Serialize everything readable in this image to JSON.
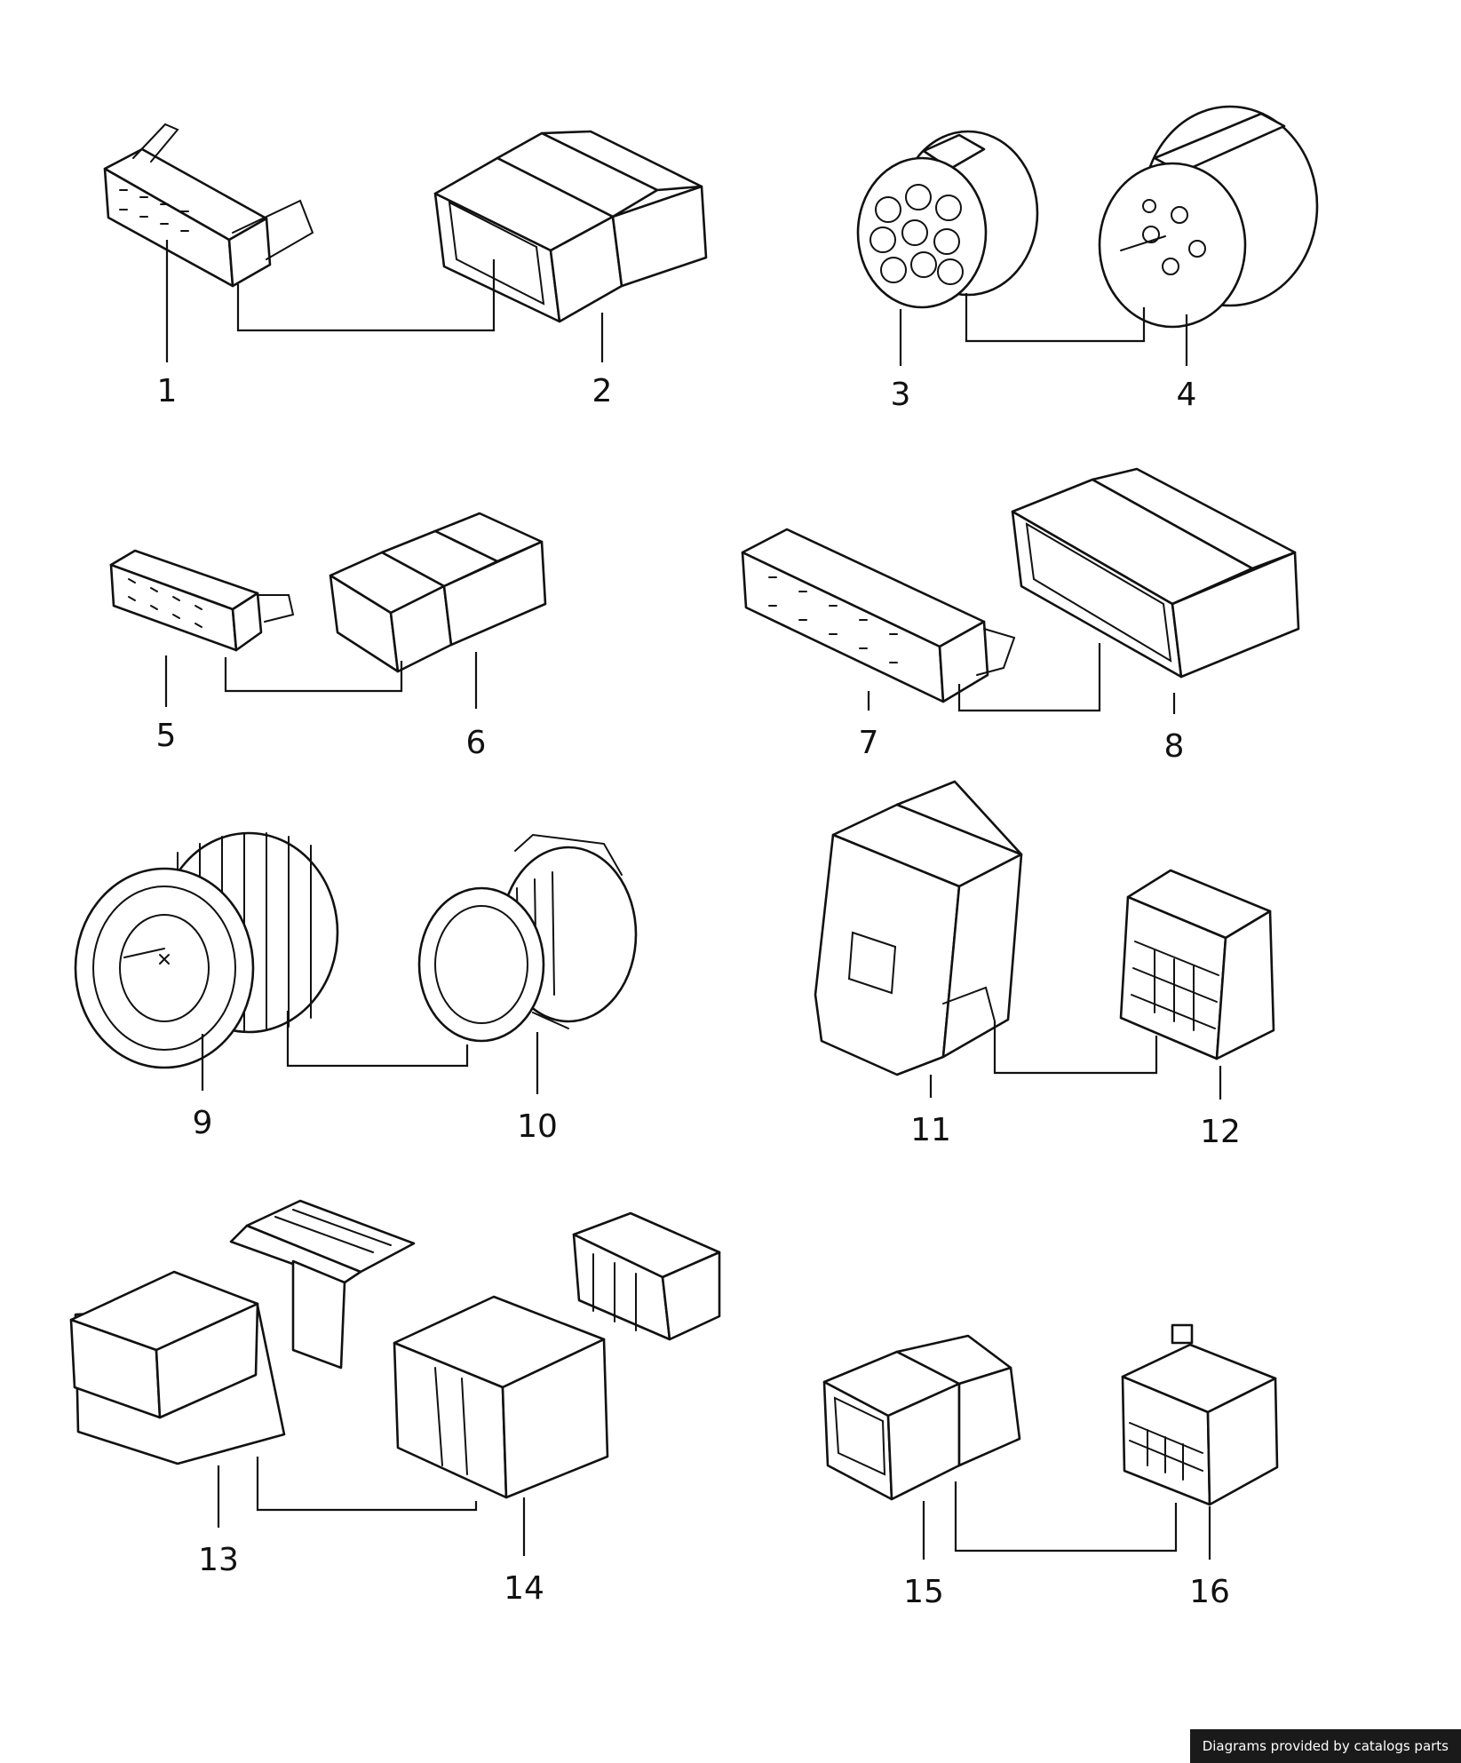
{
  "diagram": {
    "callouts": [
      "1",
      "2",
      "3",
      "4",
      "5",
      "6",
      "7",
      "8",
      "9",
      "10",
      "11",
      "12",
      "13",
      "14",
      "15",
      "16"
    ],
    "parts": [
      {
        "id": "1",
        "icon": "multi-pin-female-connector-housing"
      },
      {
        "id": "2",
        "icon": "multi-pin-male-connector-housing"
      },
      {
        "id": "3",
        "icon": "round-connector-socket"
      },
      {
        "id": "4",
        "icon": "round-connector-plug"
      },
      {
        "id": "5",
        "icon": "small-multi-pin-female-connector"
      },
      {
        "id": "6",
        "icon": "small-multi-pin-male-connector"
      },
      {
        "id": "7",
        "icon": "long-multi-pin-female-connector"
      },
      {
        "id": "8",
        "icon": "long-multi-pin-male-connector"
      },
      {
        "id": "9",
        "icon": "round-bayonet-connector"
      },
      {
        "id": "10",
        "icon": "round-bayonet-coupling"
      },
      {
        "id": "11",
        "icon": "housing-with-latch"
      },
      {
        "id": "12",
        "icon": "multi-row-connector"
      },
      {
        "id": "13",
        "icon": "square-connector-housing-with-insert"
      },
      {
        "id": "14",
        "icon": "square-connector-with-contact-carrier"
      },
      {
        "id": "15",
        "icon": "rectangular-plug-housing"
      },
      {
        "id": "16",
        "icon": "multi-pin-socket-housing"
      }
    ]
  },
  "footer": {
    "credit": "Diagrams provided by catalogs parts"
  }
}
